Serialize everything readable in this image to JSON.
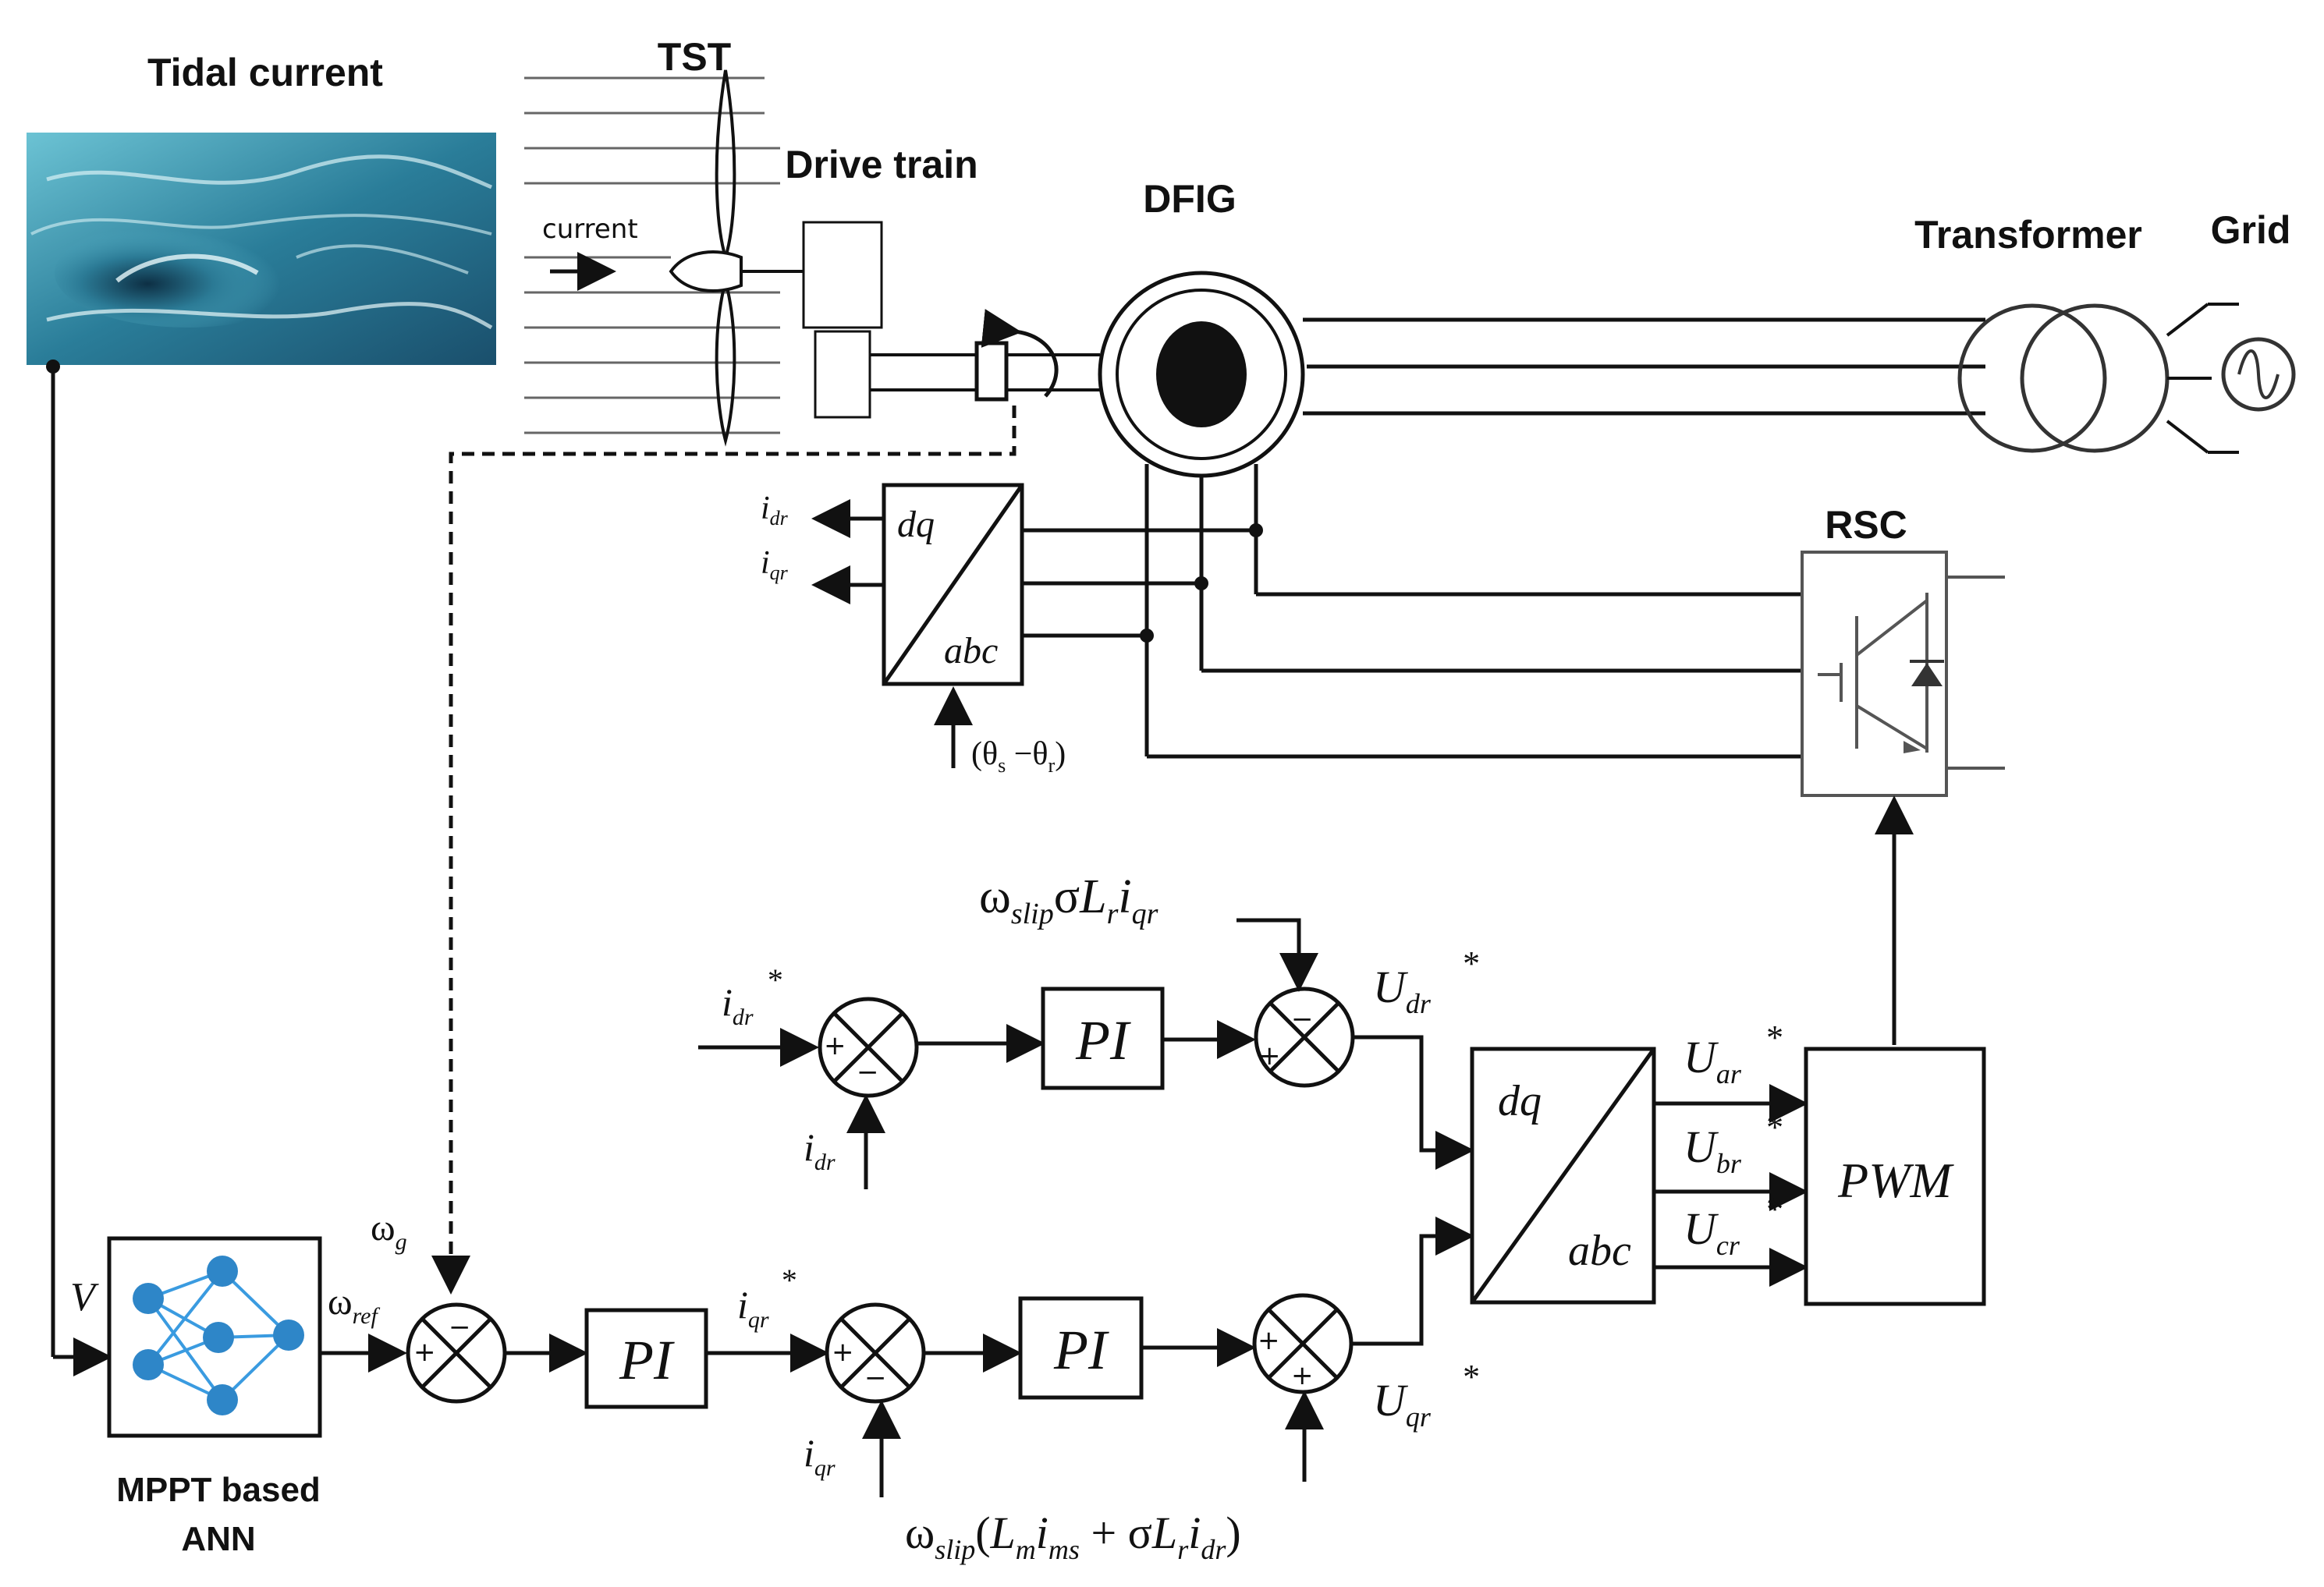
{
  "labels": {
    "tidal_current": "Tidal current",
    "tst": "TST",
    "drive_train": "Drive train",
    "current": "current",
    "dfig": "DFIG",
    "transformer": "Transformer",
    "grid": "Grid",
    "rsc": "RSC",
    "mppt_line1": "MPPT based",
    "mppt_line2": "ANN",
    "pwm": "PWM",
    "pi": "PI",
    "dq": "dq",
    "abc": "abc",
    "v_input": "V",
    "plus": "+",
    "minus": "−",
    "star": "*"
  },
  "signals": {
    "idr": {
      "main": "i",
      "sub": "dr"
    },
    "iqr": {
      "main": "i",
      "sub": "qr"
    },
    "omega_g": {
      "main": "ω",
      "sub": "g"
    },
    "omega_ref": {
      "main": "ω",
      "sub": "ref"
    },
    "Udr": {
      "main": "U",
      "sub": "dr"
    },
    "Uqr": {
      "main": "U",
      "sub": "qr"
    },
    "Uar": {
      "main": "U",
      "sub": "ar"
    },
    "Ubr": {
      "main": "U",
      "sub": "br"
    },
    "Ucr": {
      "main": "U",
      "sub": "cr"
    },
    "theta": {
      "open": "(θ",
      "s": "s",
      "mid": " −θ",
      "r": "r",
      "close": ")"
    },
    "feed_dr": {
      "w": "ω",
      "slip": "slip",
      "sigma": "σ",
      "L": "L",
      "r": "r",
      "i": "i",
      "qr": "qr"
    },
    "feed_qr": {
      "w": "ω",
      "slip": "slip",
      "open": "(",
      "L": "L",
      "m": "m",
      "i": "i",
      "ms": "ms",
      "plus": " + σ",
      "L2": "L",
      "r": "r",
      "i2": "i",
      "dr": "dr",
      "close": ")"
    }
  },
  "colors": {
    "ann_node": "#2e86c8",
    "ann_edge": "#3a9be0",
    "sea_dark": "#1f5a78",
    "sea_light": "#5fb3c7"
  }
}
